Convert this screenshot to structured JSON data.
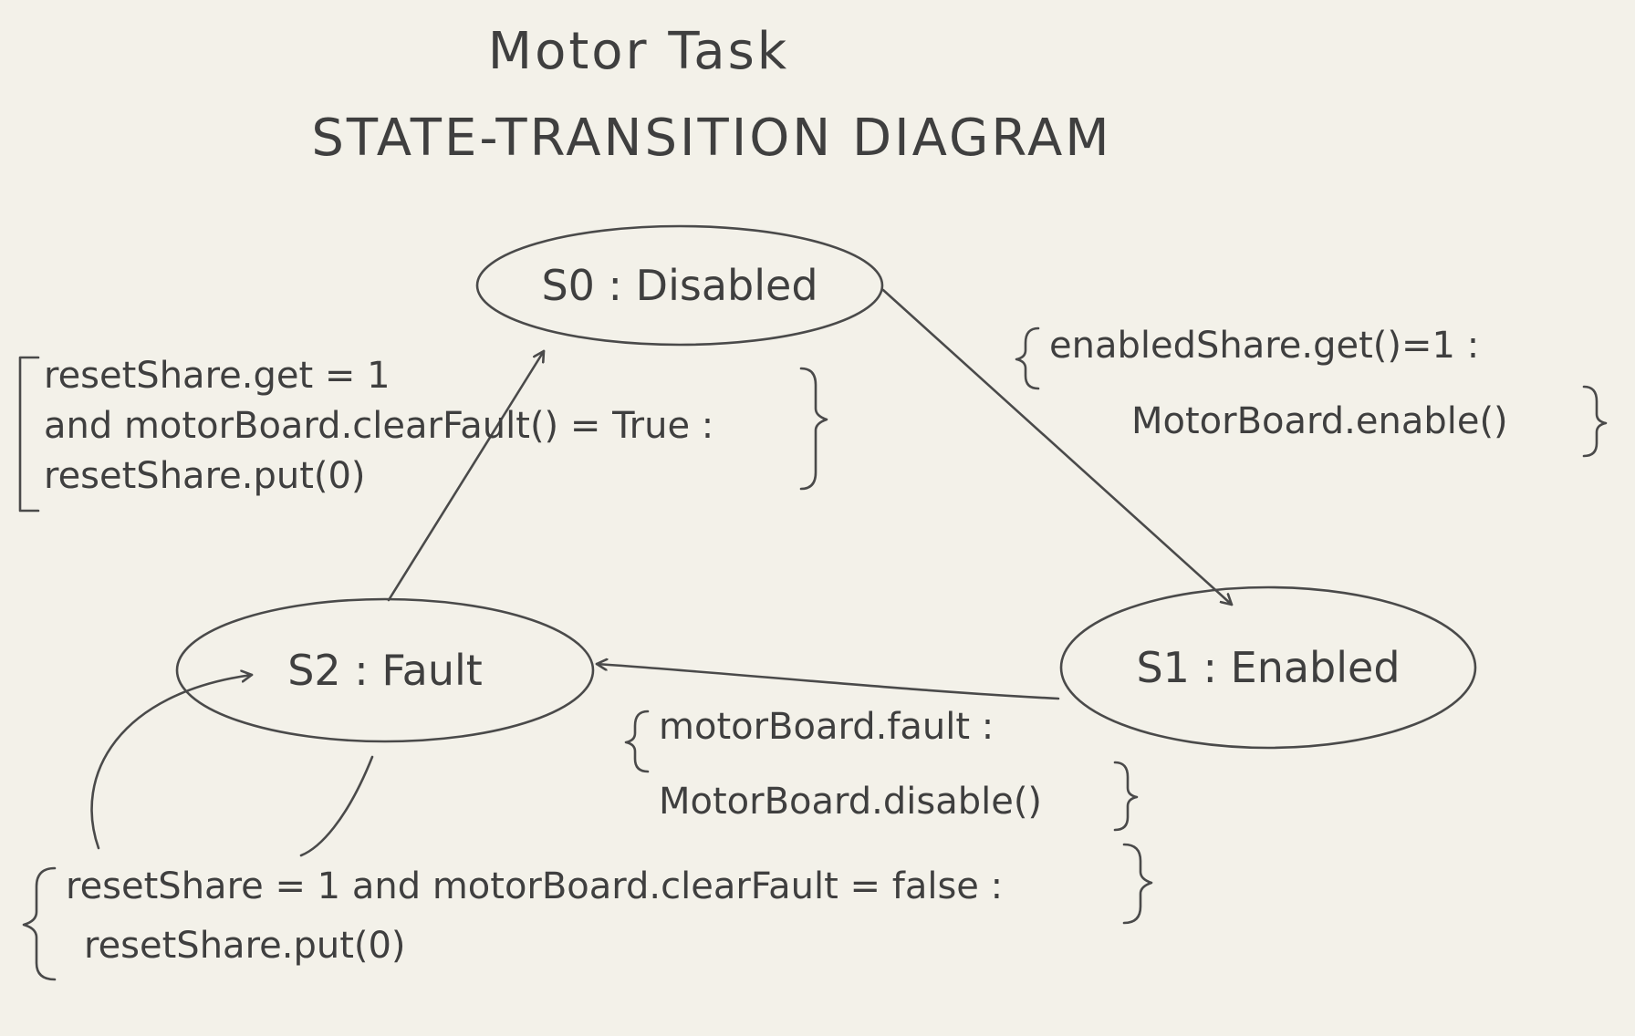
{
  "title": {
    "line1": "Motor Task",
    "line2": "STATE-TRANSITION DIAGRAM"
  },
  "states": [
    {
      "id": "s0",
      "label": "S0 : Disabled"
    },
    {
      "id": "s1",
      "label": "S1 : Enabled"
    },
    {
      "id": "s2",
      "label": "S2 : Fault"
    }
  ],
  "transitions": [
    {
      "id": "s0-to-s1",
      "from": "s0",
      "to": "s1",
      "lines": [
        "enabledShare.get()=1 :",
        "MotorBoard.enable()"
      ]
    },
    {
      "id": "s1-to-s2",
      "from": "s1",
      "to": "s2",
      "lines": [
        "motorBoard.fault :",
        "MotorBoard.disable()"
      ]
    },
    {
      "id": "s2-to-s0",
      "from": "s2",
      "to": "s0",
      "lines": [
        "resetShare.get = 1",
        "and motorBoard.clearFault() = True :",
        "resetShare.put(0)"
      ]
    },
    {
      "id": "s2-self",
      "from": "s2",
      "to": "s2",
      "lines": [
        "resetShare = 1 and motorBoard.clearFault = false :",
        "resetShare.put(0)"
      ]
    }
  ]
}
